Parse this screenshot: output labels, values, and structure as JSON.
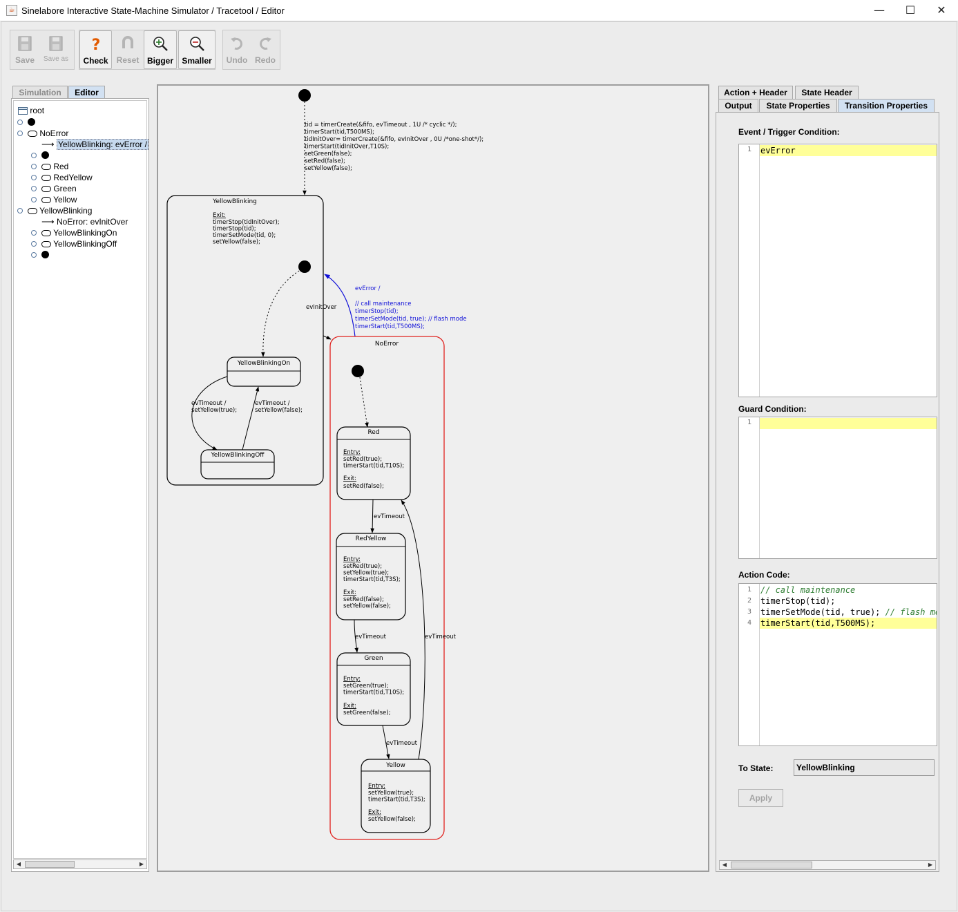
{
  "window": {
    "title": "Sinelabore Interactive State-Machine Simulator / Tracetool / Editor",
    "minimize": "—",
    "maximize": "☐",
    "close": "✕"
  },
  "toolbar": {
    "save": "Save",
    "save_as": "Save as",
    "check": "Check",
    "reset": "Reset",
    "bigger": "Bigger",
    "smaller": "Smaller",
    "undo": "Undo",
    "redo": "Redo"
  },
  "left_tabs": {
    "simulation": "Simulation",
    "editor": "Editor"
  },
  "tree": {
    "root": "root",
    "noerror": "NoError",
    "noerror_transition": "YellowBlinking: evError /",
    "red": "Red",
    "redyellow": "RedYellow",
    "green": "Green",
    "yellow": "Yellow",
    "yellowblinking": "YellowBlinking",
    "yb_transition": "NoError: evInitOver",
    "yb_on": "YellowBlinkingOn",
    "yb_off": "YellowBlinkingOff"
  },
  "diagram": {
    "init_action": [
      "tid = timerCreate(&fifo, evTimeout , 1U /* cyclic */);",
      "timerStart(tid,T500MS);",
      "tidInitOver= timerCreate(&fifo, evInitOver , 0U /*one-shot*/);",
      "timerStart(tidInitOver,T10S);",
      "",
      "setGreen(false);",
      "setRed(false);",
      "setYellow(false);"
    ],
    "yellowblinking": {
      "name": "YellowBlinking",
      "exit_label": "Exit:",
      "exit_code": [
        "timerStop(tidInitOver);",
        "timerStop(tid);",
        "timerSetMode(tid, 0);",
        "setYellow(false);"
      ]
    },
    "evinitover_label": "evInitOver",
    "everror_label": "evError /",
    "everror_action": [
      "// call maintenance",
      "timerStop(tid);",
      "timerSetMode(tid, true); // flash mode",
      "timerStart(tid,T500MS);"
    ],
    "yb_on": "YellowBlinkingOn",
    "yb_off": "YellowBlinkingOff",
    "on_to_off": [
      "evTimeout /",
      "setYellow(true);"
    ],
    "off_to_on": [
      "evTimeout /",
      "setYellow(false);"
    ],
    "noerror": "NoError",
    "red": {
      "name": "Red",
      "entry_label": "Entry:",
      "entry": [
        "setRed(true);",
        "timerStart(tid,T10S);"
      ],
      "exit_label": "Exit:",
      "exit": [
        "setRed(false);"
      ]
    },
    "redyellow": {
      "name": "RedYellow",
      "entry_label": "Entry:",
      "entry": [
        "setRed(true);",
        "setYellow(true);",
        "timerStart(tid,T3S);"
      ],
      "exit_label": "Exit:",
      "exit": [
        "setRed(false);",
        "setYellow(false);"
      ]
    },
    "green": {
      "name": "Green",
      "entry_label": "Entry:",
      "entry": [
        "setGreen(true);",
        "timerStart(tid,T10S);"
      ],
      "exit_label": "Exit:",
      "exit": [
        "setGreen(false);"
      ]
    },
    "yellow": {
      "name": "Yellow",
      "entry_label": "Entry:",
      "entry": [
        "setYellow(true);",
        "timerStart(tid,T3S);"
      ],
      "exit_label": "Exit:",
      "exit": [
        "setYellow(false);"
      ]
    },
    "ev_red_redyellow": "evTimeout",
    "ev_redyellow_green": "evTimeout",
    "ev_green_yellow": "evTimeout",
    "ev_yellow_red": "evTimeout"
  },
  "right_tabs": {
    "action_header": "Action + Header",
    "state_header": "State Header",
    "output": "Output",
    "state_properties": "State Properties",
    "transition_properties": "Transition Properties"
  },
  "transition": {
    "event_label": "Event / Trigger Condition:",
    "event_lines": [
      "evError"
    ],
    "guard_label": "Guard Condition:",
    "guard_lines": [
      ""
    ],
    "action_label": "Action Code:",
    "action_lines": [
      [
        "// call maintenance"
      ],
      [
        "timerStop(tid);"
      ],
      [
        "timerSetMode(tid, true); ",
        "// flash mode"
      ],
      [
        "timerStart(tid,T500MS);"
      ]
    ],
    "to_state_label": "To State:",
    "to_state_value": "YellowBlinking",
    "apply": "Apply"
  },
  "line_numbers": [
    "1",
    "2",
    "3",
    "4"
  ],
  "colors": {
    "active_state": "#e0201c",
    "selected_transition": "#1010d8",
    "current_line": "#ffff99",
    "comment": "#2e7d32",
    "tab_selected": "#d2e1f2"
  }
}
